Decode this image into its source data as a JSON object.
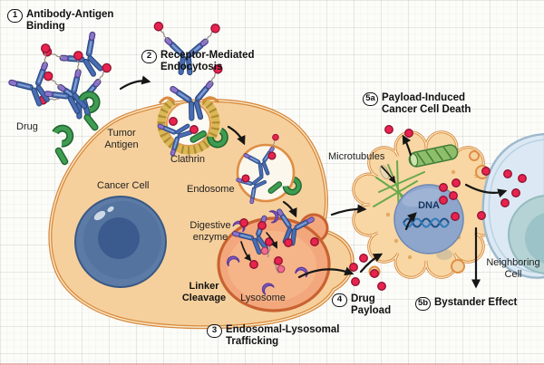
{
  "steps": [
    {
      "num": "1",
      "label": "Antibody-Antigen Binding"
    },
    {
      "num": "2",
      "label": "Receptor-Mediated Endocytosis"
    },
    {
      "num": "3",
      "label": "Endosomal-Lysosomal Trafficking"
    },
    {
      "num": "4",
      "label": "Drug Payload"
    },
    {
      "num": "5a",
      "label": "Payload-Induced Cancer Cell Death"
    },
    {
      "num": "5b",
      "label": "Bystander Effect"
    }
  ],
  "labels": {
    "drug": "Drug",
    "tumor_antigen": "Tumor Antigen",
    "clathrin": "Clathrin",
    "cancer_cell": "Cancer Cell",
    "endosome": "Endosome",
    "digestive_enzyme": "Digestive enzyme",
    "linker_cleavage": "Linker Cleavage",
    "lysosome": "Lysosome",
    "microtubules": "Microtubules",
    "dna": "DNA",
    "neighboring_cell": "Neighboring Cell"
  },
  "colors": {
    "background": "#fcfcf9",
    "cell_fill": "#f6d09c",
    "membrane_orange": "#d98a3f",
    "nucleus_blue": "#54749f",
    "antibody_blue": "#4a6cb3",
    "antibody_tip_purple": "#8a74c9",
    "drug_red": "#e8234e",
    "receptor_green": "#3f9c51",
    "clathrin_yellow": "#dcb855",
    "lysosome_fill": "#f3a77c",
    "lysosome_border": "#c96231",
    "enzyme_purple": "#8a5ec4",
    "microtubule_green": "#69a94c",
    "dna_blue": "#1c4f86",
    "neighbor_cell_fill": "#dce9f4",
    "neighbor_nucleus": "#b5d2d4"
  }
}
